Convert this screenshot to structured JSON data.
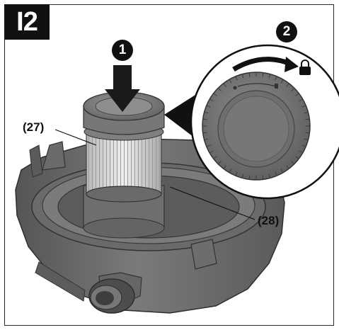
{
  "figure": {
    "label": "I2",
    "steps": [
      "1",
      "2"
    ],
    "callouts": [
      "(27)",
      "(28)"
    ],
    "icons": {
      "push_down": "down-arrow-icon",
      "rotate": "curved-arrow-icon",
      "lock": "padlock-icon"
    },
    "colors": {
      "housing": "#6f6f6f",
      "housing_dark": "#4a4a4a",
      "filter_pleats": "#dcdcdc",
      "cap": "#8a8a8a",
      "ink": "#111111"
    }
  }
}
